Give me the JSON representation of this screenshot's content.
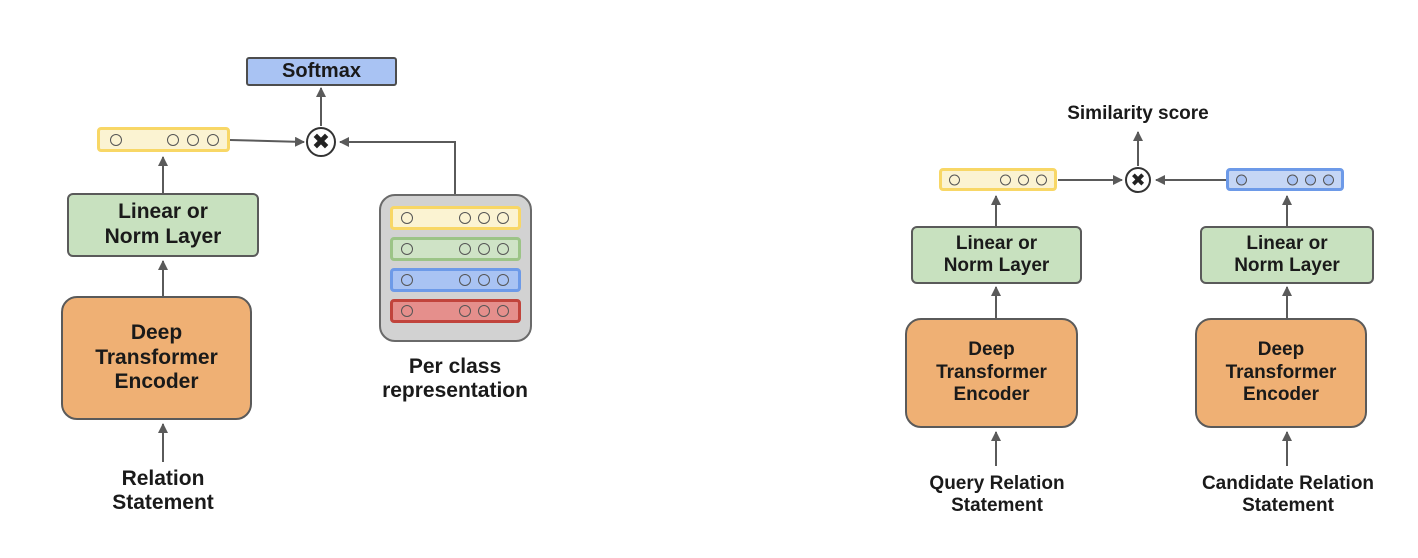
{
  "left": {
    "output_label": "Softmax",
    "norm_label_line1": "Linear or",
    "norm_label_line2": "Norm Layer",
    "encoder_line1": "Deep",
    "encoder_line2": "Transformer",
    "encoder_line3": "Encoder",
    "input_line1": "Relation",
    "input_line2": "Statement",
    "class_caption_line1": "Per class",
    "class_caption_line2": "representation"
  },
  "right": {
    "output_label": "Similarity score",
    "query": {
      "norm_label_line1": "Linear or",
      "norm_label_line2": "Norm Layer",
      "encoder_line1": "Deep",
      "encoder_line2": "Transformer",
      "encoder_line3": "Encoder",
      "input_line1": "Query Relation",
      "input_line2": "Statement"
    },
    "candidate": {
      "norm_label_line1": "Linear or",
      "norm_label_line2": "Norm Layer",
      "encoder_line1": "Deep",
      "encoder_line2": "Transformer",
      "encoder_line3": "Encoder",
      "input_line1": "Candidate Relation",
      "input_line2": "Statement"
    }
  },
  "icons": {
    "multiply": "multiply-icon"
  },
  "colors": {
    "encoder": "#efb074",
    "norm": "#c8e1bf",
    "softmax": "#a9c3f3",
    "vector_yellow": "#f8d766",
    "vector_green": "#9cc487",
    "vector_blue": "#6d9ae8",
    "vector_red": "#c1443c"
  }
}
